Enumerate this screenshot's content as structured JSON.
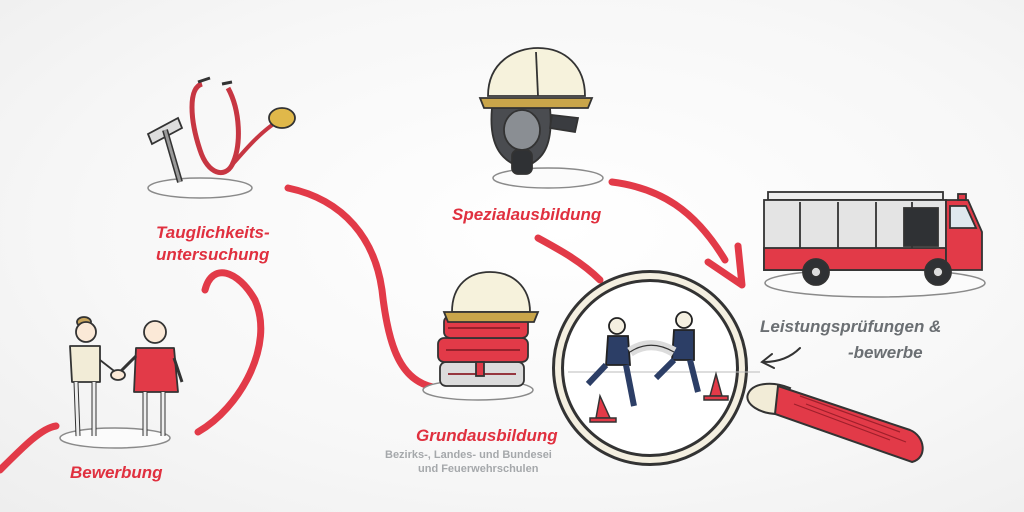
{
  "steps": {
    "bewerbung": "Bewerbung",
    "tauglichkeit_line1": "Tauglichkeits-",
    "tauglichkeit_line2": "untersuchung",
    "spezial": "Spezialausbildung",
    "grund": "Grundausbildung",
    "grund_sub_line1": "Bezirks-, Landes- und Bundesei",
    "grund_sub_line2": "und Feuerwehrschulen",
    "leistung_line1": "Leistungsprüfungen &",
    "leistung_line2": "-bewerbe"
  },
  "icons": [
    "handshake-icon",
    "stethoscope-icon",
    "reflex-hammer-icon",
    "helmet-icon",
    "breathing-mask-icon",
    "uniform-stack-icon",
    "fire-truck-icon",
    "magnifier-icon",
    "firefighters-hose-icon",
    "traffic-cone-icon"
  ],
  "colors": {
    "accent_red": "#e0303f",
    "path_red": "#e23a48",
    "text_gray": "#6b6f73",
    "sub_gray": "#a5a8ab"
  }
}
